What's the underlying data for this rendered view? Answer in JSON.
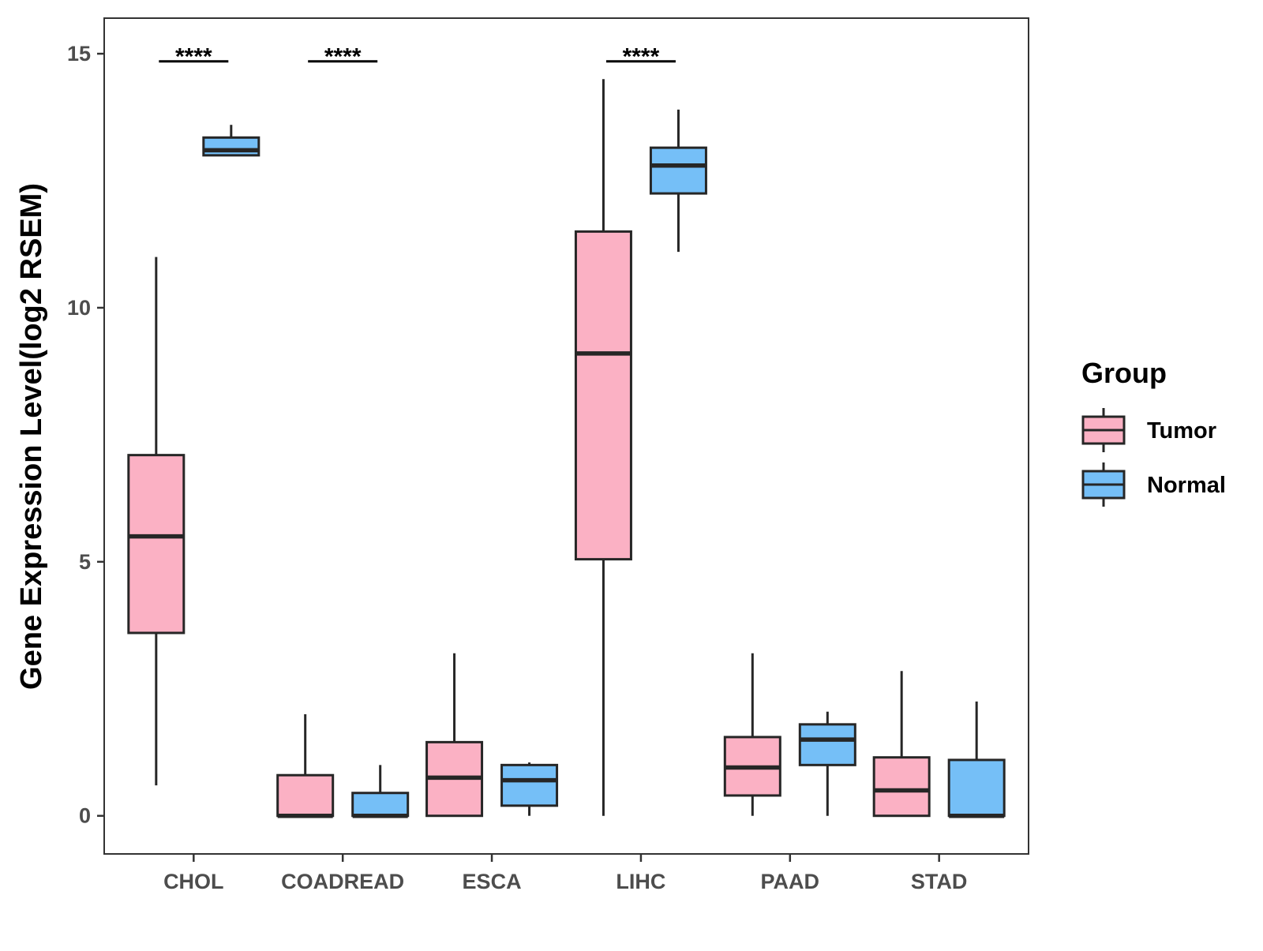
{
  "chart_data": {
    "type": "boxplot",
    "ylabel": "Gene Expression Level(log2 RSEM)",
    "xlabel": "",
    "ylim": [
      -0.75,
      15.7
    ],
    "yticks": [
      0,
      5,
      10,
      15
    ],
    "grid": false,
    "categories": [
      "CHOL",
      "COADREAD",
      "ESCA",
      "LIHC",
      "PAAD",
      "STAD"
    ],
    "legend": {
      "title": "Group",
      "position": "right",
      "entries": [
        "Tumor",
        "Normal"
      ]
    },
    "series": [
      {
        "name": "Tumor",
        "color": "#FBB1C4",
        "boxes": [
          {
            "min": 0.6,
            "q1": 3.6,
            "median": 5.5,
            "q3": 7.1,
            "max": 11.0
          },
          {
            "min": 0.0,
            "q1": 0.0,
            "median": 0.0,
            "q3": 0.8,
            "max": 2.0
          },
          {
            "min": 0.0,
            "q1": 0.0,
            "median": 0.75,
            "q3": 1.45,
            "max": 3.2
          },
          {
            "min": 0.0,
            "q1": 5.05,
            "median": 9.1,
            "q3": 11.5,
            "max": 14.5
          },
          {
            "min": 0.0,
            "q1": 0.4,
            "median": 0.95,
            "q3": 1.55,
            "max": 3.2
          },
          {
            "min": 0.0,
            "q1": 0.0,
            "median": 0.5,
            "q3": 1.15,
            "max": 2.85
          }
        ]
      },
      {
        "name": "Normal",
        "color": "#75BFF7",
        "boxes": [
          {
            "min": 13.0,
            "q1": 13.0,
            "median": 13.1,
            "q3": 13.35,
            "max": 13.6
          },
          {
            "min": 0.0,
            "q1": 0.0,
            "median": 0.0,
            "q3": 0.45,
            "max": 1.0
          },
          {
            "min": 0.0,
            "q1": 0.2,
            "median": 0.7,
            "q3": 1.0,
            "max": 1.05
          },
          {
            "min": 11.1,
            "q1": 12.25,
            "median": 12.8,
            "q3": 13.15,
            "max": 13.9
          },
          {
            "min": 0.0,
            "q1": 1.0,
            "median": 1.5,
            "q3": 1.8,
            "max": 2.05
          },
          {
            "min": 0.0,
            "q1": 0.0,
            "median": 0.0,
            "q3": 1.1,
            "max": 2.25
          }
        ]
      }
    ],
    "annotations": [
      {
        "category": "CHOL",
        "label": "****",
        "y": 14.85
      },
      {
        "category": "COADREAD",
        "label": "****",
        "y": 14.85
      },
      {
        "category": "LIHC",
        "label": "****",
        "y": 14.85
      }
    ]
  }
}
